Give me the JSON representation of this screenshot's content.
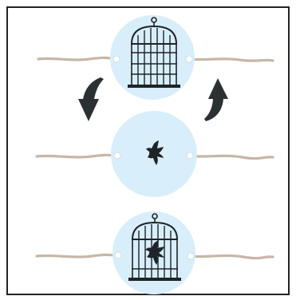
{
  "figure": {
    "colors": {
      "disc": "#d8eefb",
      "ink": "#1f2428",
      "arrow": "#2b3033",
      "string": "#c8b6a6",
      "string_dark": "#b09a86",
      "border": "#222222",
      "hole": "#ffffff"
    },
    "discs": [
      {
        "content": "empty-birdcage"
      },
      {
        "content": "flying-bird"
      },
      {
        "content": "bird-inside-birdcage"
      }
    ],
    "arrows": [
      {
        "direction": "curved-down-left"
      },
      {
        "direction": "curved-up-right"
      }
    ]
  }
}
